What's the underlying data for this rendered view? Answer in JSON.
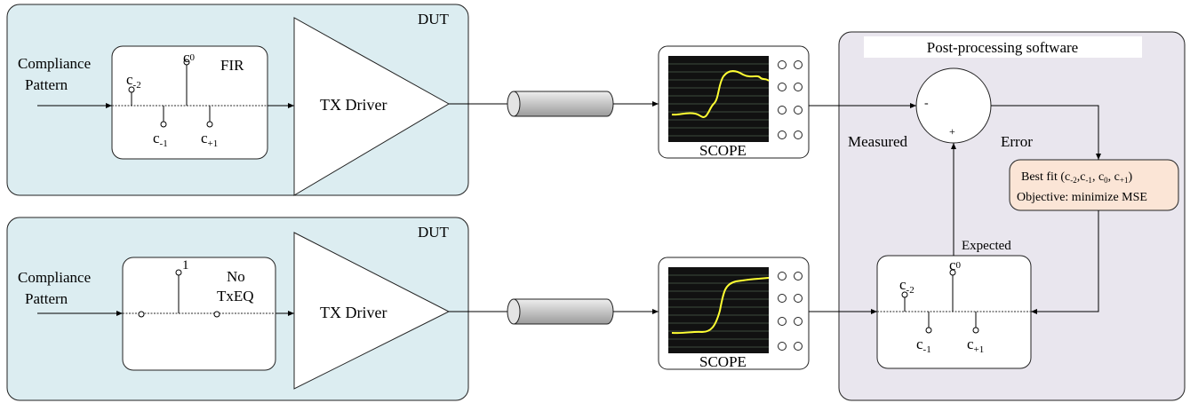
{
  "top_dut": {
    "label": "DUT",
    "input_label_line1": "Compliance",
    "input_label_line2": "Pattern",
    "fir": {
      "title": "FIR",
      "tap_c_minus2": "c",
      "tap_c_minus2_sub": "-2",
      "tap_c0": "c",
      "tap_c0_sub": "0",
      "tap_c_minus1": "c",
      "tap_c_minus1_sub": "-1",
      "tap_c_plus1": "c",
      "tap_c_plus1_sub": "+1"
    },
    "driver_label": "TX Driver",
    "scope_label": "SCOPE"
  },
  "bottom_dut": {
    "label": "DUT",
    "input_label_line1": "Compliance",
    "input_label_line2": "Pattern",
    "noeq": {
      "tap_label": "1",
      "title_line1": "No",
      "title_line2": "TxEQ"
    },
    "driver_label": "TX Driver",
    "scope_label": "SCOPE"
  },
  "post": {
    "title": "Post-processing software",
    "measured_label": "Measured",
    "error_label": "Error",
    "expected_label": "Expected",
    "minus_sign": "-",
    "plus_sign": "+",
    "bestfit_line1_prefix": "Best fit (c",
    "bestfit_line1_s1": "-2",
    "bestfit_line1_mid1": ",c",
    "bestfit_line1_s2": "-1",
    "bestfit_line1_mid2": ", c",
    "bestfit_line1_s3": "0",
    "bestfit_line1_mid3": ", c",
    "bestfit_line1_s4": "+1",
    "bestfit_line1_suffix": ")",
    "bestfit_line2": "Objective: minimize MSE",
    "fir": {
      "tap_c_minus2": "c",
      "tap_c_minus2_sub": "-2",
      "tap_c0": "c",
      "tap_c0_sub": "0",
      "tap_c_minus1": "c",
      "tap_c_minus1_sub": "-1",
      "tap_c_plus1": "c",
      "tap_c_plus1_sub": "+1"
    }
  },
  "colors": {
    "dut_fill": "#dcedf1",
    "post_fill": "#e9e6ee",
    "bestfit_fill": "#fbe5d6",
    "scope_screen": "#111111",
    "trace": "#ffff33",
    "cable": "#c9c9c9"
  }
}
